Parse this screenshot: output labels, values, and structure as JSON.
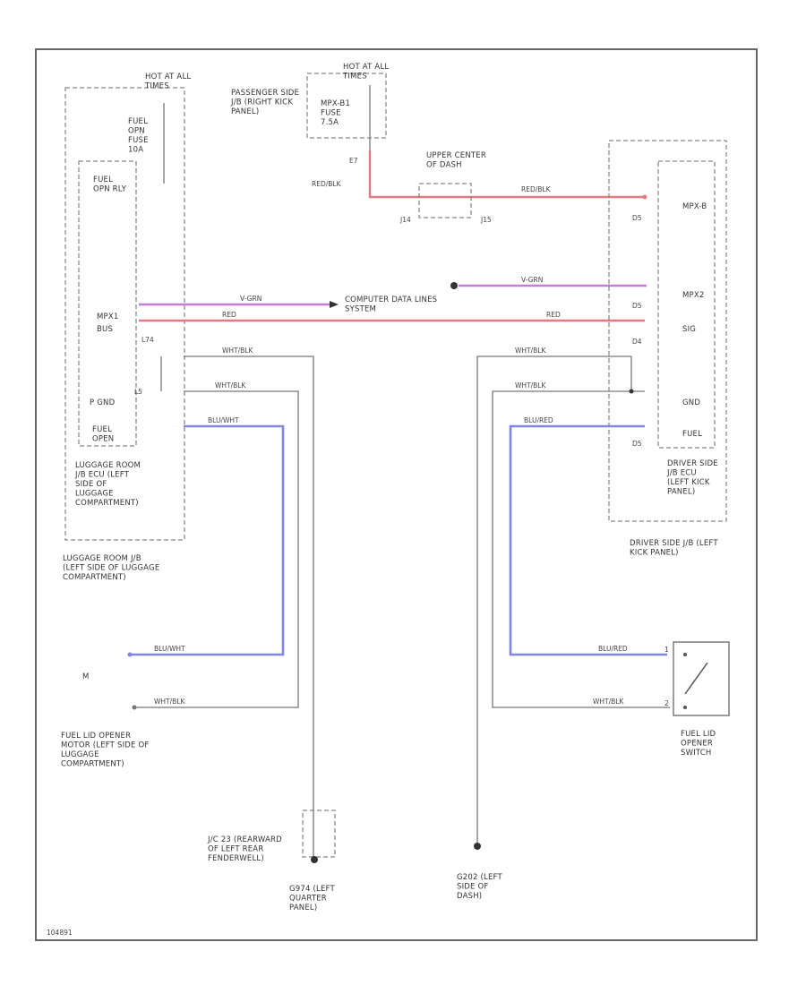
{
  "diagram": {
    "colors": {
      "red_wire": "#e37a82",
      "magenta_wire": "#c37bd8",
      "blue_wire": "#7f86e6",
      "black_wire": "#777777",
      "frame": "#666666"
    },
    "labels": {
      "hot_at_all_times_left": "HOT AT ALL TIMES",
      "hot_at_all_times_center": "HOT AT ALL TIMES",
      "fuel_open_fuse": "FUEL OPN FUSE 10A",
      "passenger_side_jb": "PASSENGER SIDE J/B (RIGHT KICK PANEL)",
      "mpx_b1_fuse": "MPX-B1 FUSE 7.5A",
      "upper_center_dash": "UPPER CENTER OF DASH",
      "fuel_open_relay": "FUEL OPN RLY",
      "mpx1": "MPX1",
      "bus": "BUS",
      "p_gnd": "P GND",
      "fuel_open_left": "FUEL OPEN",
      "luggage_room_jb_ecu": "LUGGAGE ROOM J/B ECU (LEFT SIDE OF LUGGAGE COMPARTMENT)",
      "luggage_room_jb": "LUGGAGE ROOM J/B (LEFT SIDE OF LUGGAGE COMPARTMENT)",
      "computer_data_lines": "COMPUTER DATA LINES SYSTEM",
      "mpx_b": "MPX-B",
      "mpx2": "MPX2",
      "sig": "SIG",
      "gnd": "GND",
      "fuel_right": "FUEL",
      "driver_side_jb_ecu": "DRIVER SIDE J/B ECU (LEFT KICK PANEL)",
      "driver_side_jb": "DRIVER SIDE J/B (LEFT KICK PANEL)",
      "fuel_lid_motor": "FUEL LID OPENER MOTOR (LEFT SIDE OF LUGGAGE COMPARTMENT)",
      "fuel_lid_switch": "FUEL LID OPENER SWITCH",
      "junction_connector": "J/C 23 (REARWARD OF LEFT REAR FENDERWELL)",
      "ground_left": "G974 (LEFT QUARTER PANEL)",
      "ground_center": "G202 (LEFT SIDE OF DASH)",
      "motor_symbol": "M",
      "footer_code": "104891"
    },
    "wires": {
      "red_blk": "RED/BLK",
      "red": "RED",
      "v_grn": "V-GRN",
      "wht_blk": "WHT/BLK",
      "blu_wht": "BLU/WHT",
      "blu_red": "BLU/RED"
    },
    "pins": {
      "p_e7": "E7",
      "p_j14": "J14",
      "p_j15": "J15",
      "p_d5a": "D5",
      "p_d5b": "D5",
      "p_d4": "D4",
      "p_d5c": "D5",
      "p_l74": "L74",
      "p_l5": "L5",
      "p_1": "1",
      "p_2": "2"
    }
  }
}
